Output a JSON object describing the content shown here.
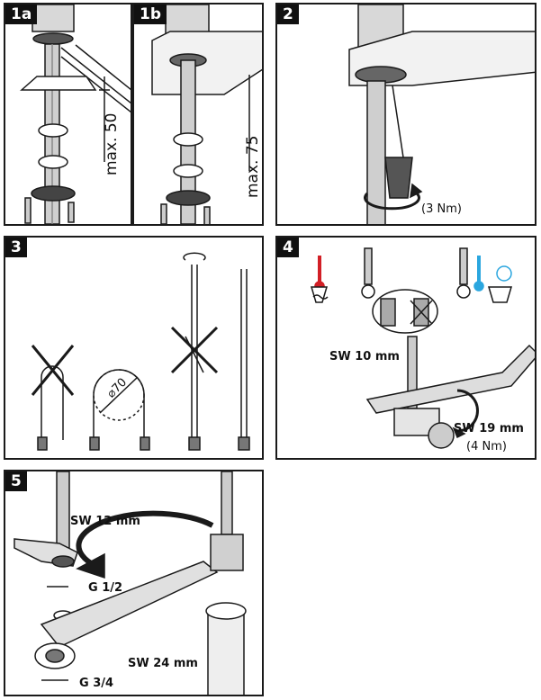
{
  "panels": [
    {
      "id": "1a",
      "label": "1a",
      "dim_text": "max. 50"
    },
    {
      "id": "1b",
      "label": "1b",
      "dim_text": "max. 75"
    },
    {
      "id": "2",
      "label": "2",
      "torque": "(3 Nm)"
    },
    {
      "id": "3",
      "label": "3",
      "diameter": "⌀70"
    },
    {
      "id": "4",
      "label": "4",
      "sw_small": "SW 10 mm",
      "sw_large": "SW 19 mm",
      "torque": "(4 Nm)"
    },
    {
      "id": "5",
      "label": "5",
      "sw_top": "SW 12 mm",
      "thread_top": "G 1/2",
      "sw_bottom": "SW 24 mm",
      "thread_bottom": "G 3/4"
    }
  ],
  "colors": {
    "line": "#1a1a1a",
    "shade": "#bdbdbd",
    "hot": "#d21f26",
    "cold": "#2aa6df"
  }
}
